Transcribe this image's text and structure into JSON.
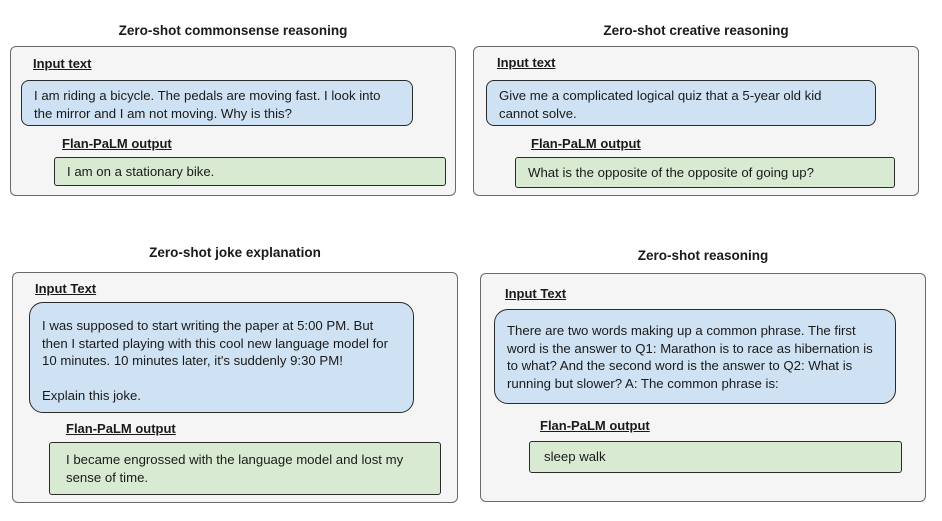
{
  "panels": [
    {
      "title": "Zero-shot commonsense reasoning",
      "input_label": "Input text",
      "input": "I am riding a bicycle. The pedals are moving fast. I look into the mirror and I am not moving. Why is this?",
      "output_label": "Flan-PaLM output",
      "output": "I am on a stationary bike."
    },
    {
      "title": "Zero-shot creative reasoning",
      "input_label": "Input text",
      "input": "Give me a complicated logical quiz that a 5-year old kid cannot solve.",
      "output_label": "Flan-PaLM output",
      "output": "What is the opposite of the opposite of going up?"
    },
    {
      "title": "Zero-shot joke explanation",
      "input_label": "Input Text",
      "input": "I was supposed to start writing the paper at 5:00 PM. But then I started playing with this cool new language model for 10 minutes. 10 minutes later, it's suddenly 9:30 PM!\n\nExplain this joke.",
      "output_label": "Flan-PaLM output",
      "output": "I became engrossed with the language model and lost my sense of time."
    },
    {
      "title": "Zero-shot reasoning",
      "input_label": "Input Text",
      "input": "There are two words making up a common phrase. The first word is the answer to Q1: Marathon is to race as hibernation is to what? And the second word is the answer to Q2: What is running but slower? A: The common phrase is:",
      "output_label": "Flan-PaLM output",
      "output": "sleep walk"
    }
  ]
}
